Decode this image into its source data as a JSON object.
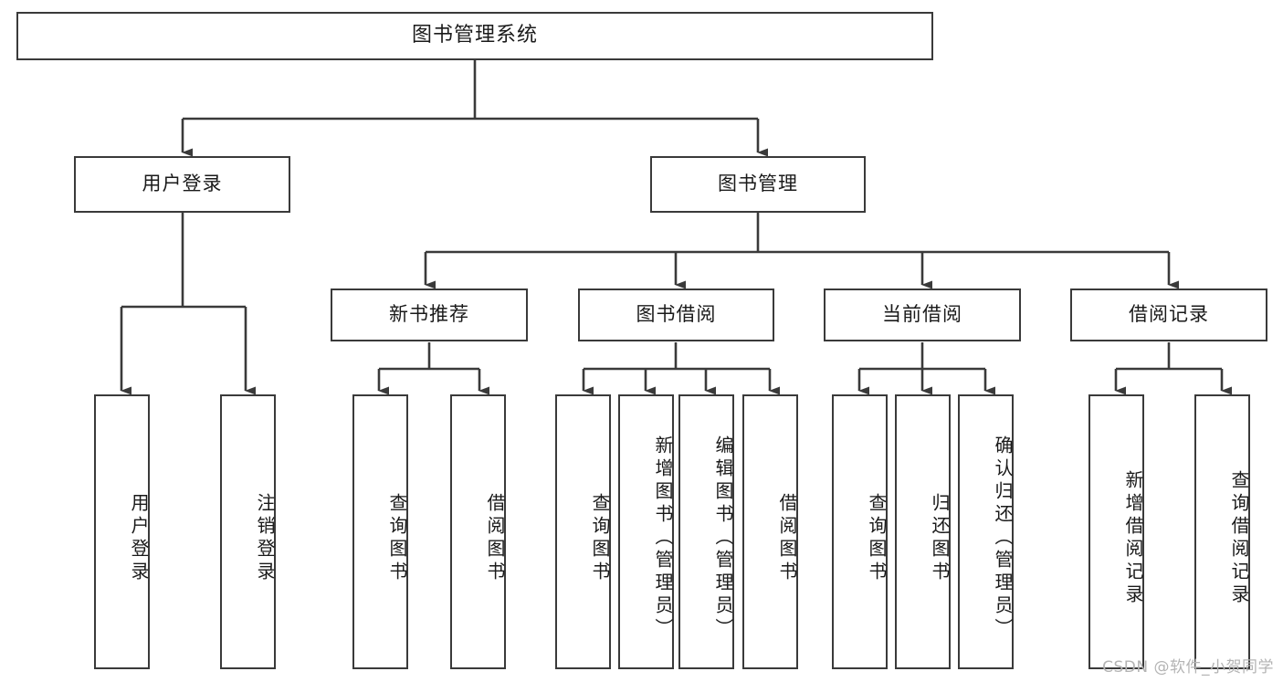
{
  "diagram": {
    "title": "图书管理系统",
    "type": "tree",
    "root": {
      "label": "图书管理系统",
      "id": "root"
    },
    "level2": [
      {
        "id": "user-login",
        "label": "用户登录"
      },
      {
        "id": "book-manage",
        "label": "图书管理"
      }
    ],
    "level3": [
      {
        "id": "new-book-recommend",
        "label": "新书推荐",
        "parent": "book-manage"
      },
      {
        "id": "book-borrow",
        "label": "图书借阅",
        "parent": "book-manage"
      },
      {
        "id": "current-borrow",
        "label": "当前借阅",
        "parent": "book-manage"
      },
      {
        "id": "borrow-record",
        "label": "借阅记录",
        "parent": "book-manage"
      }
    ],
    "leaves": [
      {
        "id": "leaf-user-login",
        "label": "用户登录",
        "parent": "user-login"
      },
      {
        "id": "leaf-user-logout",
        "label": "注销登录",
        "parent": "user-login"
      },
      {
        "id": "leaf-query-book-1",
        "label": "查询图书",
        "parent": "new-book-recommend"
      },
      {
        "id": "leaf-borrow-book-1",
        "label": "借阅图书",
        "parent": "new-book-recommend"
      },
      {
        "id": "leaf-query-book-2",
        "label": "查询图书",
        "parent": "book-borrow"
      },
      {
        "id": "leaf-add-book",
        "label": "新增图书（管理员）",
        "parent": "book-borrow"
      },
      {
        "id": "leaf-edit-book",
        "label": "编辑图书（管理员）",
        "parent": "book-borrow"
      },
      {
        "id": "leaf-borrow-book-2",
        "label": "借阅图书",
        "parent": "book-borrow"
      },
      {
        "id": "leaf-query-book-3",
        "label": "查询图书",
        "parent": "current-borrow"
      },
      {
        "id": "leaf-return-book",
        "label": "归还图书",
        "parent": "current-borrow"
      },
      {
        "id": "leaf-confirm-return",
        "label": "确认归还（管理员）",
        "parent": "current-borrow"
      },
      {
        "id": "leaf-add-record",
        "label": "新增借阅记录",
        "parent": "borrow-record"
      },
      {
        "id": "leaf-query-record",
        "label": "查询借阅记录",
        "parent": "borrow-record"
      }
    ]
  },
  "watermark": {
    "text": "CSDN @软件_小贺同学"
  },
  "colors": {
    "stroke": "#3a3a3a",
    "text": "#1a1a1a",
    "background": "#ffffff",
    "watermark": "#b4b4b4"
  }
}
